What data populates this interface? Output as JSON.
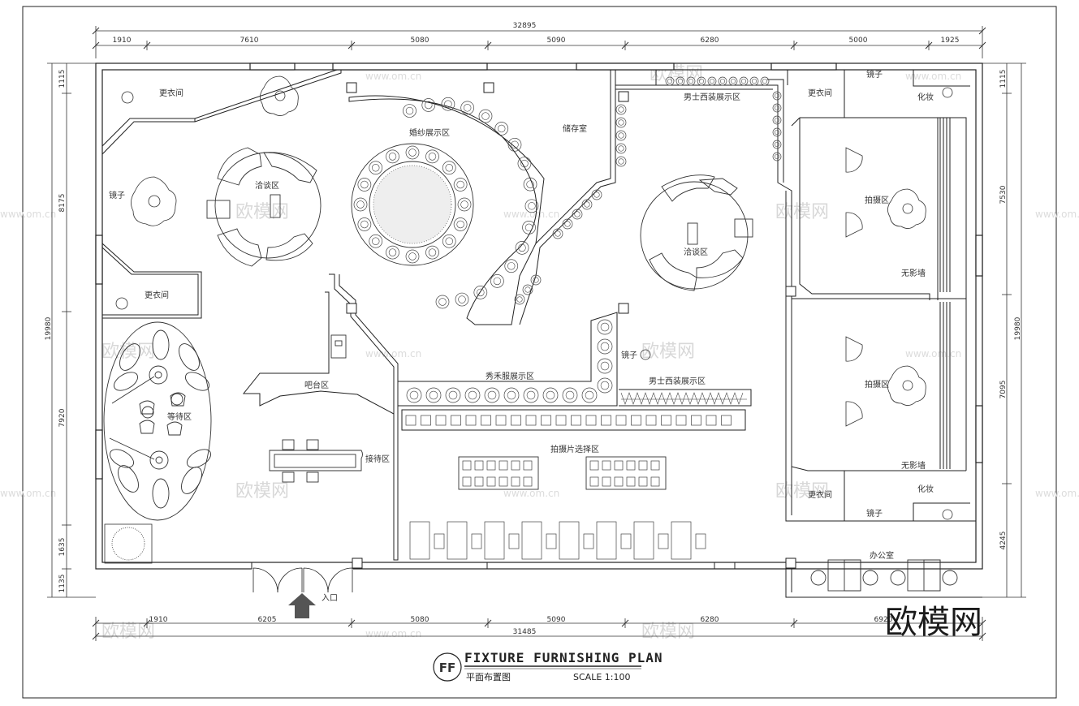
{
  "dimensions": {
    "top_total": "32895",
    "top": [
      "1910",
      "7610",
      "5080",
      "5090",
      "6280",
      "5000",
      "1925"
    ],
    "bottom_total": "31485",
    "bottom": [
      "1910",
      "6205",
      "5080",
      "5090",
      "6280",
      "6920"
    ],
    "left_total": "19980",
    "left": [
      "1115",
      "8175",
      "7920",
      "1635",
      "1135"
    ],
    "right_total": "19980",
    "right": [
      "1115",
      "7530",
      "7095",
      "4245"
    ]
  },
  "rooms": {
    "dressing_tl": "更衣间",
    "mirror_left": "镜子",
    "negotiation_left": "洽谈区",
    "dressing_left2": "更衣间",
    "waiting": "等待区",
    "bar": "吧台区",
    "reception": "接待区",
    "wedding_display": "婚纱展示区",
    "storage": "储存室",
    "mens_suit": "男士西装展示区",
    "negotiation_right": "洽谈区",
    "dressing_tr": "更衣间",
    "mirror_tr": "镜子",
    "makeup_tr": "化妆",
    "shoot_top": "拍摄区",
    "shadowless_top": "无影墙",
    "shoot_bottom": "拍摄区",
    "shadowless_bottom": "无影墙",
    "dressing_br": "更衣间",
    "makeup_br": "化妆",
    "mirror_br": "镜子",
    "office": "办公室",
    "xiuhe": "秀禾服展示区",
    "mirror_mid": "镜子",
    "mens_tang": "男士西装展示区",
    "photo_select": "拍摄片选择区",
    "entrance": "入口"
  },
  "title_block": {
    "badge": "FF",
    "title": "FIXTURE FURNISHING PLAN",
    "subtitle": "平面布置图",
    "scale": "SCALE 1:100"
  },
  "watermark": {
    "brand": "欧模网",
    "url": "www.om.cn"
  }
}
